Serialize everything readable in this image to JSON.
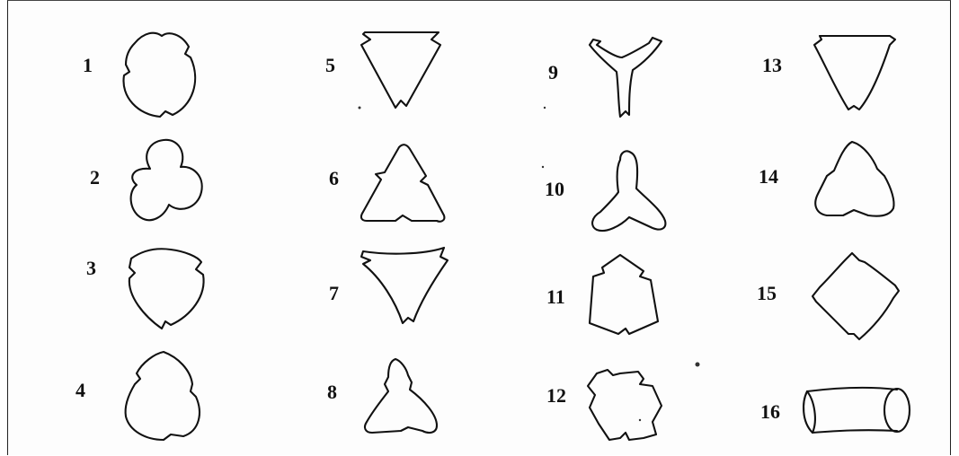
{
  "figures": [
    {
      "id": 1,
      "label": "1"
    },
    {
      "id": 2,
      "label": "2"
    },
    {
      "id": 3,
      "label": "3"
    },
    {
      "id": 4,
      "label": "4"
    },
    {
      "id": 5,
      "label": "5"
    },
    {
      "id": 6,
      "label": "6"
    },
    {
      "id": 7,
      "label": "7"
    },
    {
      "id": 8,
      "label": "8"
    },
    {
      "id": 9,
      "label": "9"
    },
    {
      "id": 10,
      "label": "10"
    },
    {
      "id": 11,
      "label": "11"
    },
    {
      "id": 12,
      "label": "12"
    },
    {
      "id": 13,
      "label": "13"
    },
    {
      "id": 14,
      "label": "14"
    },
    {
      "id": 15,
      "label": "15"
    },
    {
      "id": 16,
      "label": "16"
    }
  ]
}
